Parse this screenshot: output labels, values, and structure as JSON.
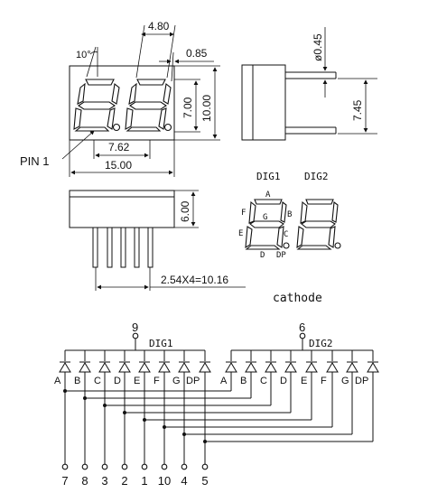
{
  "dimensions": {
    "digit_pitch": "4.80",
    "dp_offset": "0.85",
    "slant": "10°",
    "digit_height": "7.00",
    "body_height": "10.00",
    "pin_label": "PIN 1",
    "pin_row_pitch": "7.62",
    "body_width": "15.00",
    "side_height": "6.00",
    "pin_spacing": "2.54X4=10.16",
    "pin_diameter": "ø0.45",
    "pin_length": "7.45"
  },
  "segment_labels": {
    "dig1": "DIG1",
    "dig2": "DIG2",
    "a": "A",
    "b": "B",
    "c": "C",
    "d": "D",
    "e": "E",
    "f": "F",
    "g": "G",
    "dp": "DP"
  },
  "schematic": {
    "type_label": "cathode",
    "common": [
      {
        "digit": "DIG1",
        "pin": "9"
      },
      {
        "digit": "DIG2",
        "pin": "6"
      }
    ],
    "segments": [
      "A",
      "B",
      "C",
      "D",
      "E",
      "F",
      "G",
      "DP"
    ],
    "bottom_pins": [
      "7",
      "8",
      "3",
      "2",
      "1",
      "10",
      "4",
      "5"
    ]
  }
}
